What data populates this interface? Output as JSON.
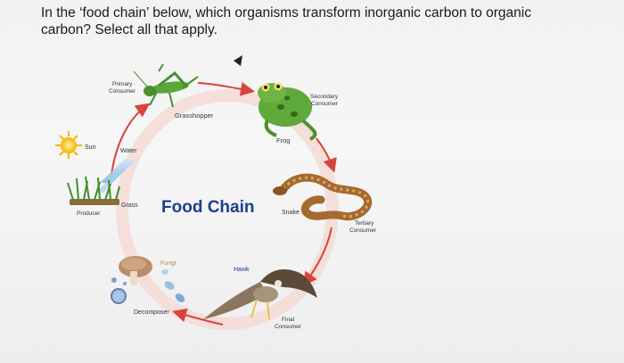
{
  "question": {
    "line1": "In the ‘food chain’ below, which organisms transform inorganic carbon to organic",
    "line2": "carbon? Select all that apply."
  },
  "diagram": {
    "center_title": "Food Chain",
    "labels": {
      "primary_consumer_1": "Primary",
      "primary_consumer_2": "Consumer",
      "grasshopper": "Grasshopper",
      "secondary_consumer_1": "Secondary",
      "secondary_consumer_2": "Consumer",
      "frog": "Frog",
      "sun": "Sun",
      "water": "Water",
      "grass": "Grass",
      "producer": "Producer",
      "snake": "Snake",
      "tertiary_consumer_1": "Tertiary",
      "tertiary_consumer_2": "Consumer",
      "fungi": "Fungi",
      "hawk": "Hawk",
      "decomposer": "Decomposer",
      "final_consumer_1": "Final",
      "final_consumer_2": "Consumer"
    },
    "colors": {
      "arrow": "#d9453a",
      "ring": "#f3cfc8",
      "title": "#1d3f8c",
      "grasshopper": "#4f9a34",
      "frog": "#5fa83a",
      "snake": "#a66a2e",
      "hawk": "#6b5a47",
      "sun": "#f4c21b"
    }
  }
}
